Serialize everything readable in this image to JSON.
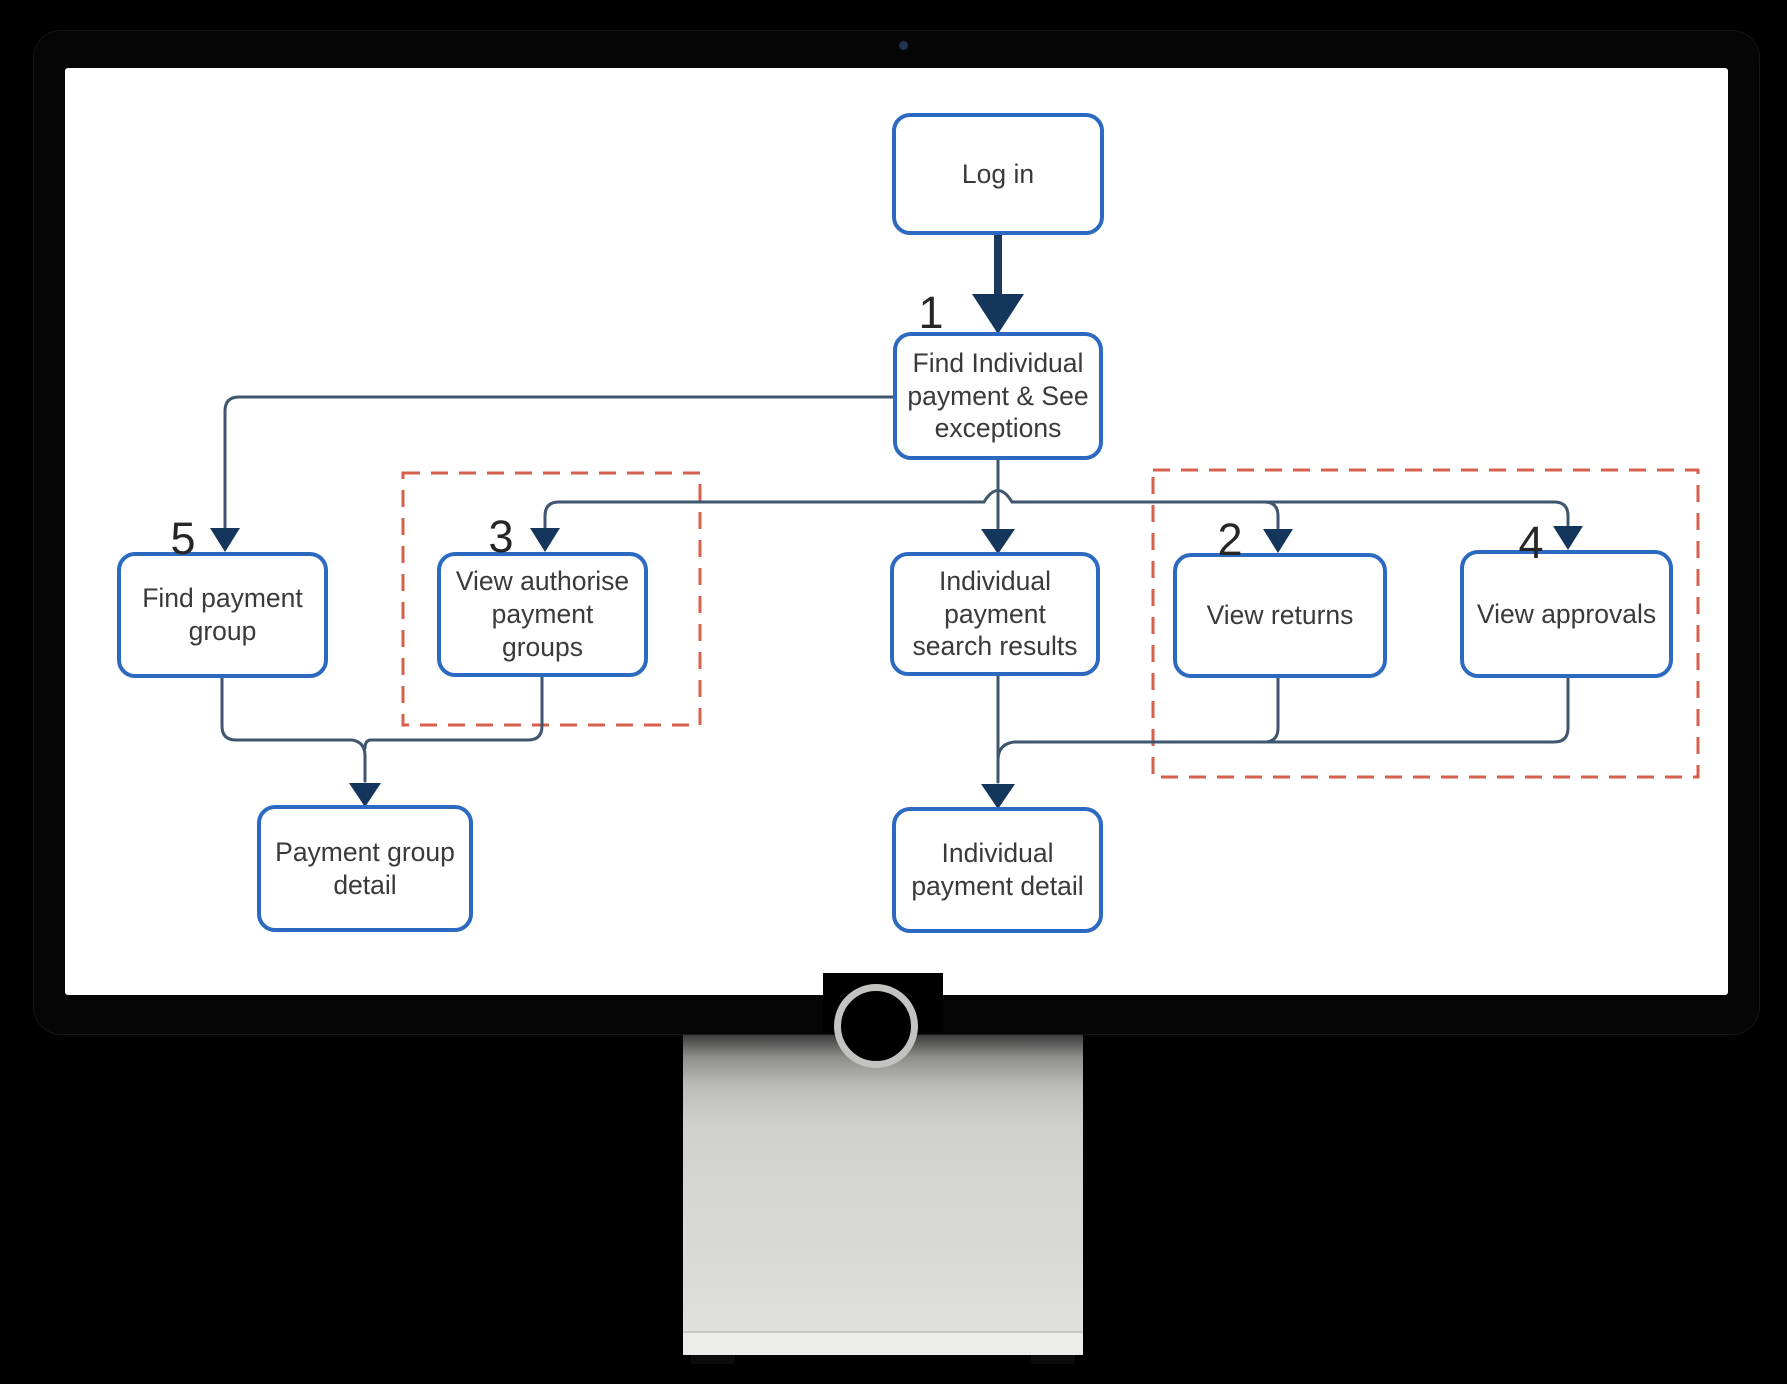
{
  "flowchart": {
    "nodes": {
      "login": {
        "label": "Log in"
      },
      "find_individual": {
        "label": "Find Individual payment & See exceptions",
        "step": "1"
      },
      "find_payment_group": {
        "label": "Find payment group",
        "step": "5"
      },
      "view_authorise": {
        "label": "View authorise payment groups",
        "step": "3"
      },
      "search_results": {
        "label": "Individual payment search results"
      },
      "view_returns": {
        "label": "View returns",
        "step": "2"
      },
      "view_approvals": {
        "label": "View approvals",
        "step": "4"
      },
      "payment_group_detail": {
        "label": "Payment group detail"
      },
      "individual_payment_detail": {
        "label": "Individual payment detail"
      }
    },
    "colors": {
      "node_border": "#2c69c0",
      "connector": "#3f566f",
      "arrowhead": "#14365c",
      "dash": "#d75f4e",
      "node_text": "#3a3a3a",
      "step_text": "#262626"
    }
  }
}
